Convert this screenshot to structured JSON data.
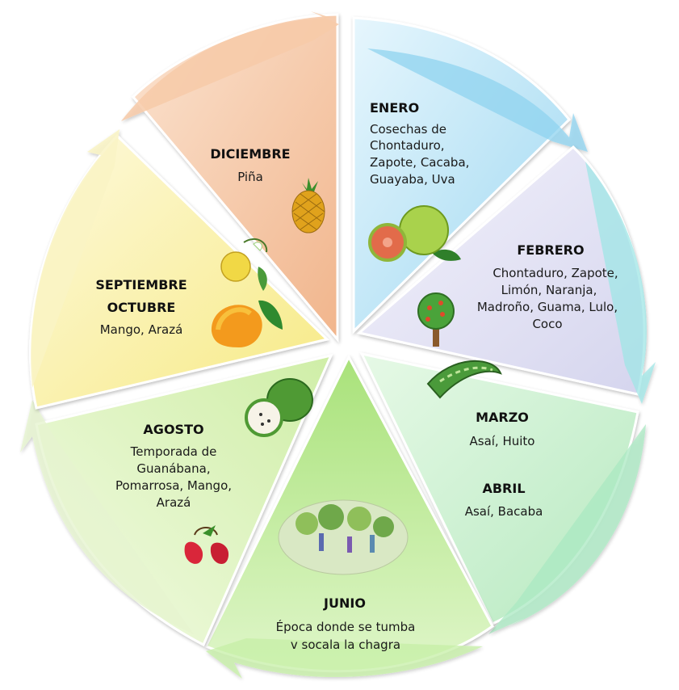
{
  "segments": [
    {
      "id": "enero",
      "title": "ENERO",
      "lines": [
        "Cosechas de",
        "Chontaduro,",
        "Zapote, Cacaba,",
        "Guayaba, Uva"
      ],
      "color": "#bfe6f5",
      "arrow_color": "#8fd3ef"
    },
    {
      "id": "febrero",
      "title": "FEBRERO",
      "lines": [
        "Chontaduro, Zapote,",
        "Limón, Naranja,",
        "Madroño, Guama, Lulo,",
        "Coco"
      ],
      "color": "#e4e4f4",
      "arrow_color": "#9fe6e6"
    },
    {
      "id": "marzo-abril",
      "title": "MARZO",
      "lines": [
        "Asaí, Huito"
      ],
      "title2": "ABRIL",
      "lines2": [
        "Asaí, Bacaba"
      ],
      "color": "#cdf0cf",
      "arrow_color": "#a9e8c2"
    },
    {
      "id": "junio",
      "title": "JUNIO",
      "lines": [
        "Época donde se tumba",
        "v socala la chagra"
      ],
      "color": "#cdf3a9",
      "arrow_color": "#c6efa5"
    },
    {
      "id": "agosto",
      "title": "AGOSTO",
      "lines": [
        "Temporada de",
        "Guanábana,",
        "Pomarrosa, Mango,",
        "Arazá"
      ],
      "color": "#e6f7c9",
      "arrow_color": "#e6f4cf"
    },
    {
      "id": "septiembre-octubre",
      "title": "SEPTIEMBRE",
      "title_b": "OCTUBRE",
      "lines": [
        "Mango, Arazá"
      ],
      "color": "#fbf3b4",
      "arrow_color": "#f9f3c4"
    },
    {
      "id": "diciembre",
      "title": "DICIEMBRE",
      "lines": [
        "Piña"
      ],
      "color": "#f6d2b6",
      "arrow_color": "#f7c9a4"
    }
  ],
  "icons": [
    "pineapple-icon",
    "guava-icon",
    "fruit-tree-icon",
    "seed-pod-icon",
    "farm-field-icon",
    "soursop-icon",
    "rose-apple-icon",
    "araza-icon",
    "mango-icon"
  ]
}
